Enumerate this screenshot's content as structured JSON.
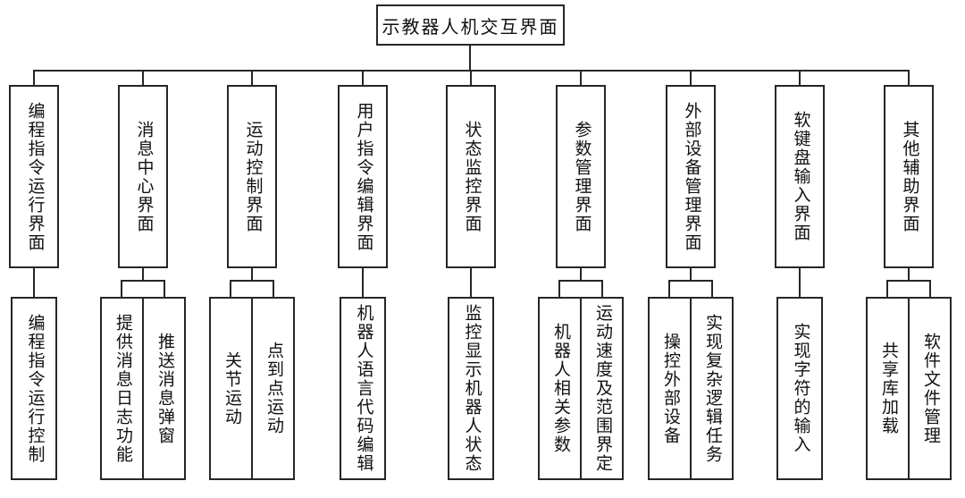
{
  "root": {
    "label": "示教器人机交互界面"
  },
  "columns": [
    {
      "parent": "编程指令运行界面",
      "children": [
        "编程指令运行控制"
      ]
    },
    {
      "parent": "消息中心界面",
      "children": [
        "提供消息日志功能",
        "推送消息弹窗"
      ]
    },
    {
      "parent": "运动控制界面",
      "children": [
        "关节运动",
        "点到点运动"
      ]
    },
    {
      "parent": "用户指令编辑界面",
      "children": [
        "机器人语言代码编辑"
      ]
    },
    {
      "parent": "状态监控界面",
      "children": [
        "监控显示机器人状态"
      ]
    },
    {
      "parent": "参数管理界面",
      "children": [
        "机器人相关参数",
        "运动速度及范围界定"
      ]
    },
    {
      "parent": "外部设备管理界面",
      "children": [
        "操控外部设备",
        "实现复杂逻辑任务"
      ]
    },
    {
      "parent": "软键盘输入界面",
      "children": [
        "实现字符的输入"
      ]
    },
    {
      "parent": "其他辅助界面",
      "children": [
        "共享库加载",
        "软件文件管理"
      ]
    }
  ]
}
